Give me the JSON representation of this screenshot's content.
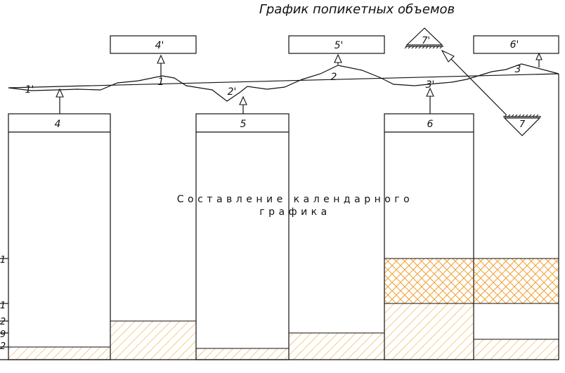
{
  "title": "График попикетных объемов",
  "center_label": {
    "line1": "Составление календарного",
    "line2": "графика"
  },
  "profile_labels": {
    "p1p": "1'",
    "p1": "1",
    "p2p": "2'",
    "p2": "2",
    "p3p": "3'",
    "p3": "3"
  },
  "boxes": {
    "b4p": "4'",
    "b5p": "5'",
    "b6p": "6'",
    "b4": "4",
    "b5": "5",
    "b6": "6"
  },
  "triangles": {
    "t7p": "7'",
    "t7": "7"
  },
  "left_axis_labels": {
    "a": "1",
    "b": "1",
    "c": "2",
    "d": "9",
    "e": "2"
  },
  "colors": {
    "hatch": "#f0a030",
    "line": "#111111"
  }
}
